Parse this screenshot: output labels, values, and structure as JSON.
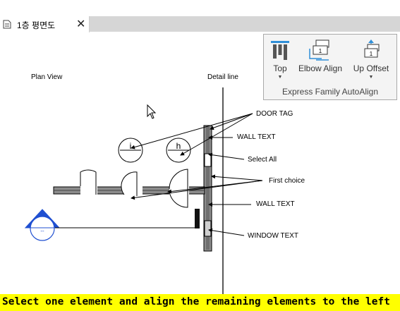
{
  "tab": {
    "label": "1층 평면도",
    "close": "✕"
  },
  "ribbon": {
    "buttons": [
      {
        "label": "Top",
        "arrow": "▼"
      },
      {
        "label": "Elbow Align",
        "icon_text": "1"
      },
      {
        "label": "Up Offset",
        "arrow": "▼",
        "icon_text": "1"
      }
    ],
    "panel_title": "Express Family AutoAlign"
  },
  "drawing": {
    "plan_view": "Plan View",
    "detail_line": "Detail line",
    "annotations": [
      "DOOR TAG",
      "WALL TEXT",
      "Select All",
      "First choice",
      "WALL TEXT",
      "WINDOW TEXT"
    ],
    "tags": [
      "i",
      "h"
    ],
    "section_marker": "--"
  },
  "status_bar": "Select one element and align the remaining elements to the left"
}
